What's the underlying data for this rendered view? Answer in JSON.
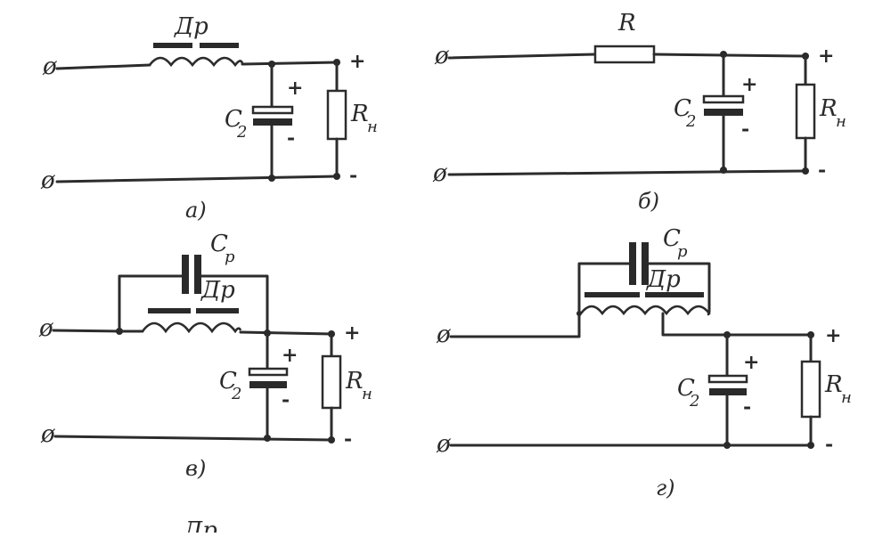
{
  "diagrams": {
    "a": {
      "caption": "а)",
      "inductor": "Др",
      "capacitor": "C",
      "capacitor_sub": "2",
      "load": "R",
      "load_sub": "н",
      "cap_plus": "+",
      "cap_minus": "-",
      "out_plus": "+",
      "out_minus": "-"
    },
    "b": {
      "caption": "б)",
      "resistor": "R",
      "capacitor": "C",
      "capacitor_sub": "2",
      "load": "R",
      "load_sub": "н",
      "cap_plus": "+",
      "cap_minus": "-",
      "out_plus": "+",
      "out_minus": "-"
    },
    "c": {
      "caption": "в)",
      "parallel_cap": "C",
      "parallel_cap_sub": "р",
      "inductor": "Др",
      "capacitor": "C",
      "capacitor_sub": "2",
      "load": "R",
      "load_sub": "н",
      "cap_plus": "+",
      "cap_minus": "-",
      "out_plus": "+",
      "out_minus": "-"
    },
    "d": {
      "caption": "г)",
      "parallel_cap": "C",
      "parallel_cap_sub": "р",
      "inductor": "Др",
      "capacitor": "C",
      "capacitor_sub": "2",
      "load": "R",
      "load_sub": "н",
      "cap_plus": "+",
      "cap_minus": "-",
      "out_plus": "+",
      "out_minus": "-"
    },
    "e": {
      "inductor": "Др"
    }
  },
  "terminal_glyph": "ø"
}
